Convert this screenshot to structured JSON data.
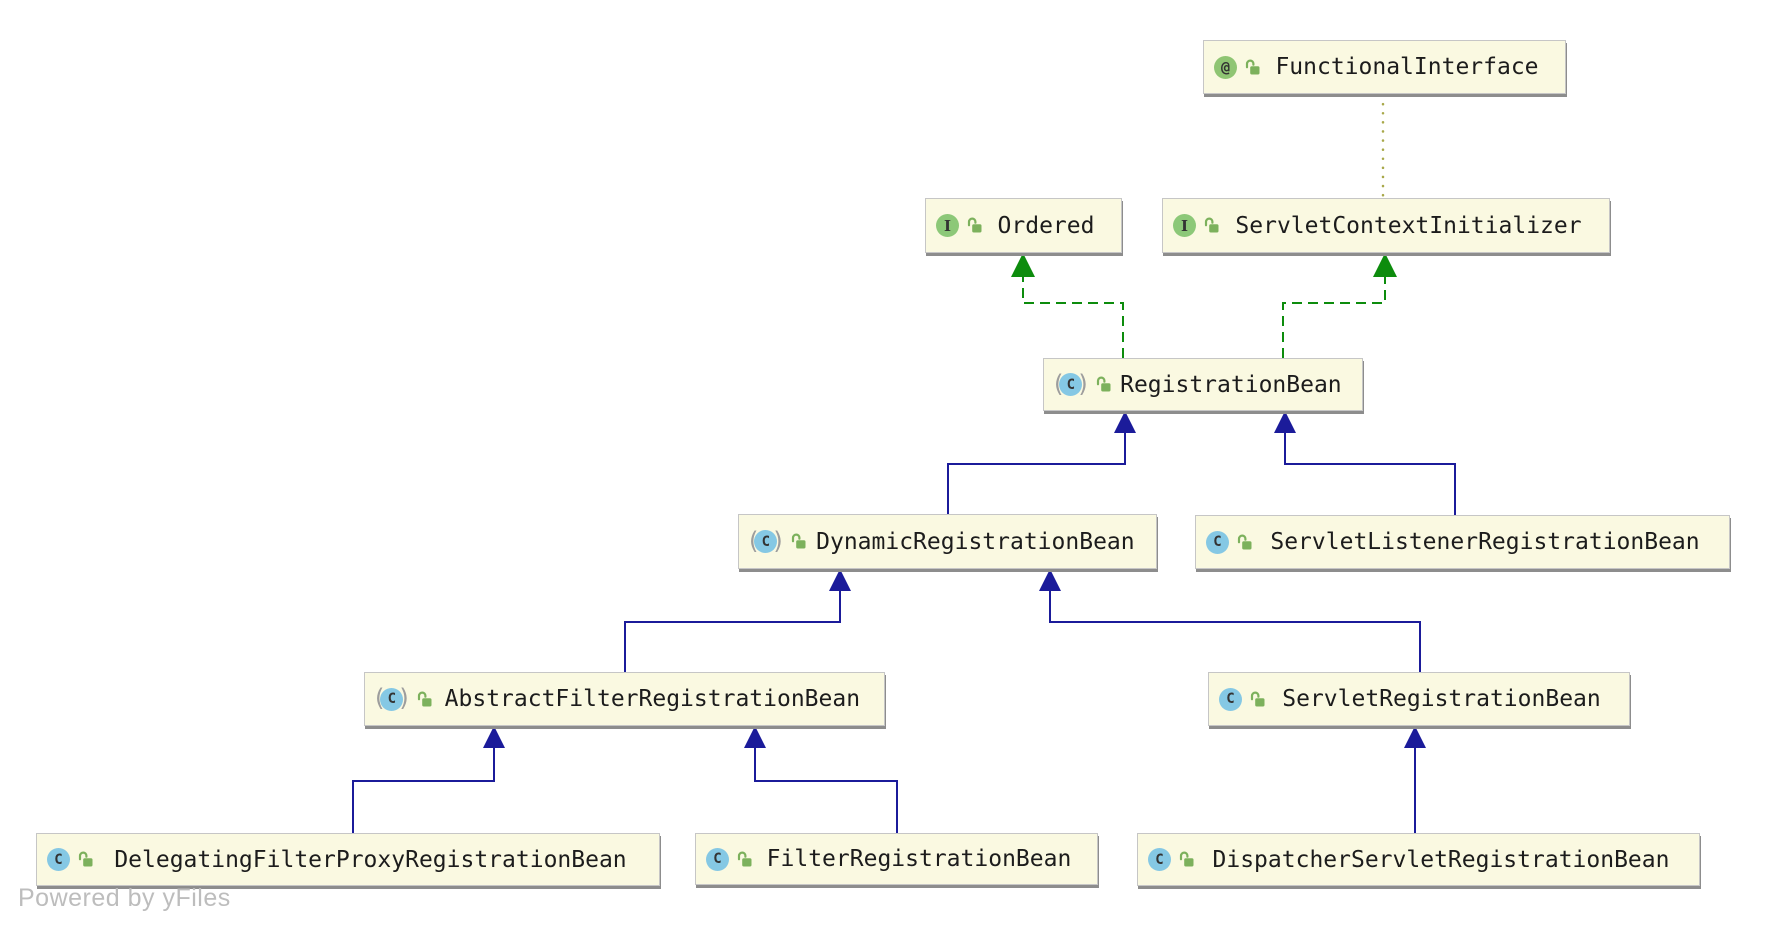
{
  "watermark": {
    "text": "Powered by yFiles"
  },
  "icon_glyphs": {
    "class": "C",
    "interface": "I",
    "annotation": "@",
    "abstract_open": "(",
    "abstract_close": ")"
  },
  "colors": {
    "background": "#ffffff",
    "node_background": "#faf9e1",
    "node_border": "#c6c6c6",
    "node_shadow": "#8d8d8d",
    "label_text": "#1c1c1c",
    "extends_arrow": "#1b1b9a",
    "implements_arrow": "#0d8c0d",
    "annotation_link": "#a8a84a",
    "class_icon": "#85c8e4",
    "interface_icon": "#8cc878",
    "annotation_icon": "#8fc573",
    "lock_icon": "#7cb15c",
    "watermark_text": "#bdbdbd"
  },
  "nodes": [
    {
      "label": "FunctionalInterface",
      "kind": "annotation"
    },
    {
      "label": "Ordered",
      "kind": "interface"
    },
    {
      "label": "ServletContextInitializer",
      "kind": "interface"
    },
    {
      "label": "RegistrationBean",
      "kind": "abstract-class"
    },
    {
      "label": "DynamicRegistrationBean",
      "kind": "abstract-class"
    },
    {
      "label": "ServletListenerRegistrationBean",
      "kind": "class"
    },
    {
      "label": "AbstractFilterRegistrationBean",
      "kind": "abstract-class"
    },
    {
      "label": "ServletRegistrationBean",
      "kind": "class"
    },
    {
      "label": "DelegatingFilterProxyRegistrationBean",
      "kind": "class"
    },
    {
      "label": "FilterRegistrationBean",
      "kind": "class"
    },
    {
      "label": "DispatcherServletRegistrationBean",
      "kind": "class"
    }
  ],
  "edges": [
    {
      "from": "RegistrationBean",
      "to": "Ordered",
      "type": "implements"
    },
    {
      "from": "RegistrationBean",
      "to": "ServletContextInitializer",
      "type": "implements"
    },
    {
      "from": "ServletContextInitializer",
      "to": "FunctionalInterface",
      "type": "annotated-by"
    },
    {
      "from": "DynamicRegistrationBean",
      "to": "RegistrationBean",
      "type": "extends"
    },
    {
      "from": "ServletListenerRegistrationBean",
      "to": "RegistrationBean",
      "type": "extends"
    },
    {
      "from": "AbstractFilterRegistrationBean",
      "to": "DynamicRegistrationBean",
      "type": "extends"
    },
    {
      "from": "ServletRegistrationBean",
      "to": "DynamicRegistrationBean",
      "type": "extends"
    },
    {
      "from": "DelegatingFilterProxyRegistrationBean",
      "to": "AbstractFilterRegistrationBean",
      "type": "extends"
    },
    {
      "from": "FilterRegistrationBean",
      "to": "AbstractFilterRegistrationBean",
      "type": "extends"
    },
    {
      "from": "DispatcherServletRegistrationBean",
      "to": "ServletRegistrationBean",
      "type": "extends"
    }
  ]
}
